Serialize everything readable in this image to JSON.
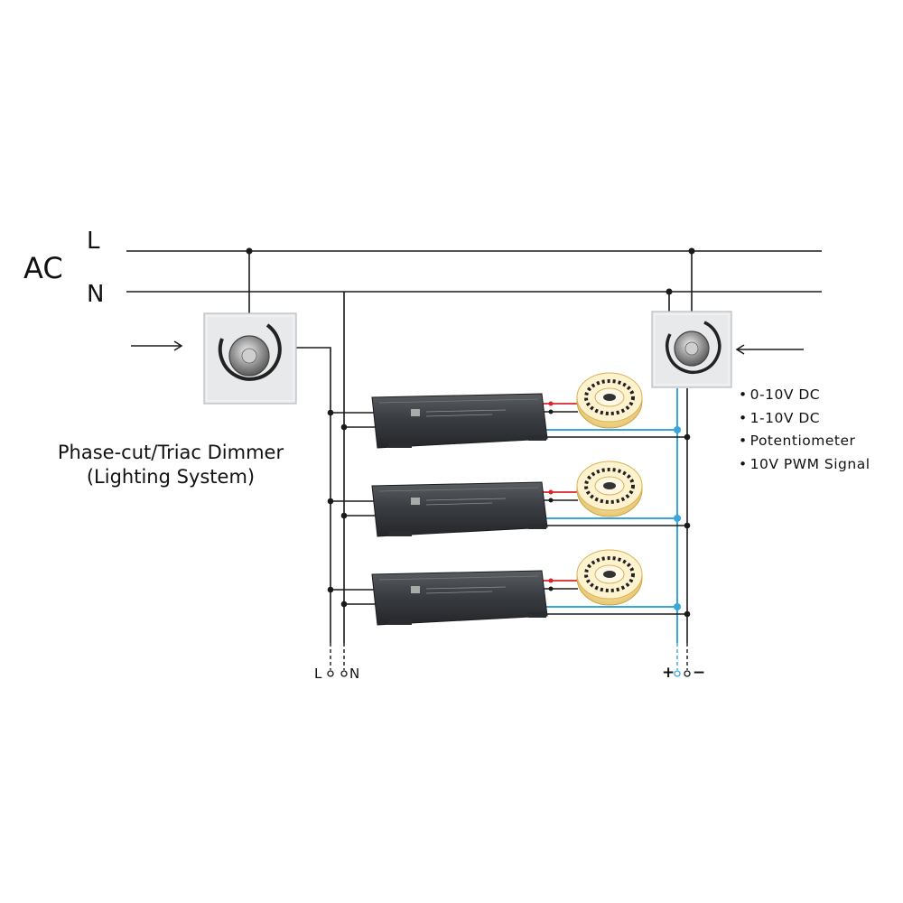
{
  "ac": {
    "label": "AC",
    "line": "L",
    "neutral": "N"
  },
  "left_dimmer": {
    "title_line1": "Phase-cut/Triac Dimmer",
    "title_line2": "(Lighting System)"
  },
  "right_dimmer": {
    "signals": [
      "0-10V DC",
      "1-10V DC",
      "Potentiometer",
      "10V PWM Signal"
    ]
  },
  "bottom_terminals": {
    "left": {
      "l": "L",
      "n": "N"
    },
    "right": {
      "plus": "+",
      "minus": "−"
    }
  },
  "colors": {
    "wire": "#1a1a1a",
    "signal_wire": "#3aa7dc",
    "led_red": "#d9252a",
    "driver_body": "#3b3f44",
    "panel": "#e7e9ea"
  },
  "icons": [
    "arrow-right-icon",
    "arrow-left-icon",
    "dimmer-knob-icon",
    "led-strip-reel-icon",
    "led-driver-icon"
  ]
}
